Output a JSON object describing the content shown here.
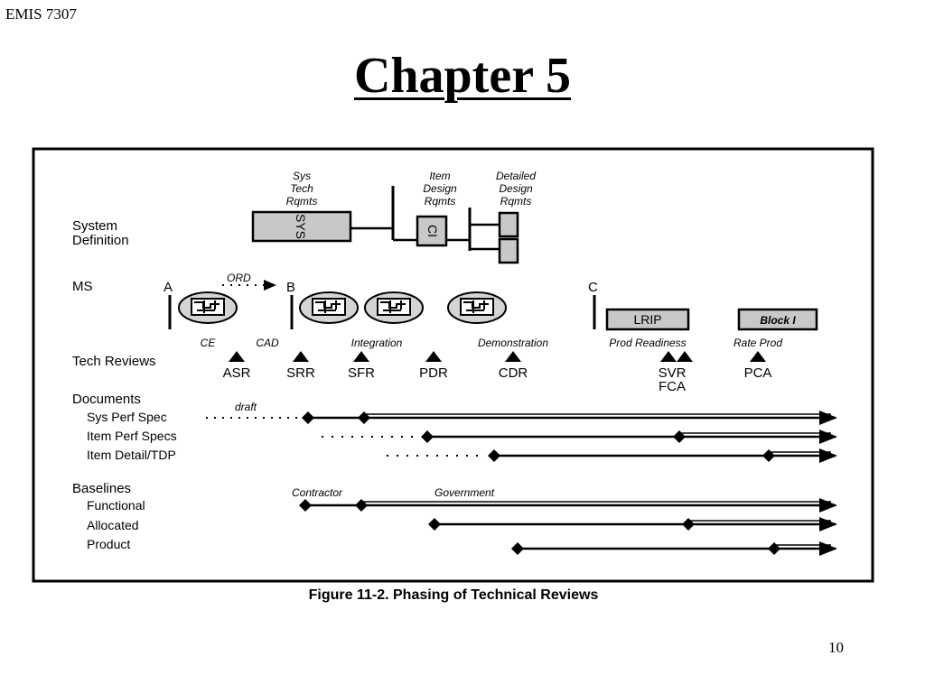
{
  "header": {
    "course": "EMIS 7307"
  },
  "slide": {
    "title": " Chapter 5",
    "page_number": "10"
  },
  "figure": {
    "caption": "Figure 11-2. Phasing of Technical Reviews",
    "row_labels": {
      "system_definition": [
        "System",
        "Definition"
      ],
      "ms": "MS",
      "tech_reviews": "Tech Reviews",
      "documents": "Documents",
      "baselines": "Baselines"
    },
    "system_definition": {
      "sys_tech_rqmts": [
        "Sys",
        "Tech",
        "Rqmts"
      ],
      "item_design_rqmts": [
        "Item",
        "Design",
        "Rqmts"
      ],
      "detailed_design_rqmts": [
        "Detailed",
        "Design",
        "Rqmts"
      ],
      "sys_box_label": "SYS",
      "ci_box_label": "CI"
    },
    "milestones": {
      "a": "A",
      "b": "B",
      "c": "C",
      "ord": "ORD"
    },
    "production_boxes": {
      "lrip": "LRIP",
      "block": "Block I"
    },
    "phases": [
      "CE",
      "CAD",
      "Integration",
      "Demonstration",
      "Prod Readiness",
      "Rate Prod"
    ],
    "reviews": [
      "ASR",
      "SRR",
      "SFR",
      "PDR",
      "CDR",
      "SVR",
      "FCA",
      "PCA"
    ],
    "documents": {
      "draft_label": "draft",
      "items": [
        "Sys Perf Spec",
        "Item Perf Specs",
        "Item Detail/TDP"
      ]
    },
    "baselines": {
      "contractor_label": "Contractor",
      "government_label": "Government",
      "items": [
        "Functional",
        "Allocated",
        "Product"
      ]
    }
  }
}
